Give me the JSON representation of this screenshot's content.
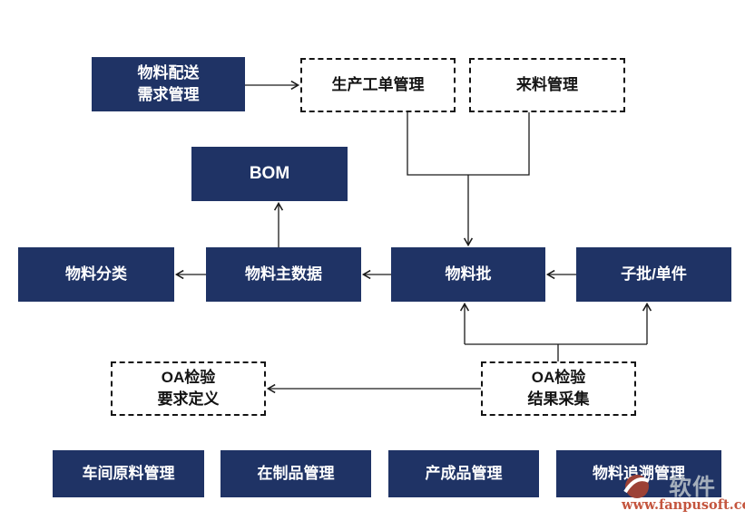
{
  "nodes": {
    "delivery": {
      "label": "物料配送\n需求管理",
      "style": "solid"
    },
    "production": {
      "label": "生产工单管理",
      "style": "dashed"
    },
    "incoming": {
      "label": "来料管理",
      "style": "dashed"
    },
    "bom": {
      "label": "BOM",
      "style": "solid"
    },
    "category": {
      "label": "物料分类",
      "style": "solid"
    },
    "master_data": {
      "label": "物料主数据",
      "style": "solid"
    },
    "batch": {
      "label": "物料批",
      "style": "solid"
    },
    "sub_batch": {
      "label": "子批/单件",
      "style": "solid"
    },
    "qa_requirement": {
      "label": "OA检验\n要求定义",
      "style": "dashed"
    },
    "qa_result": {
      "label": "OA检验\n结果采集",
      "style": "dashed"
    },
    "workshop_raw": {
      "label": "车间原料管理",
      "style": "solid"
    },
    "wip": {
      "label": "在制品管理",
      "style": "solid"
    },
    "finished": {
      "label": "产成品管理",
      "style": "solid"
    },
    "traceability": {
      "label": "物料追溯管理",
      "style": "solid"
    }
  },
  "connections": [
    {
      "from": "物料配送需求管理",
      "to": "生产工单管理",
      "direction": "right"
    },
    {
      "from": "生产工单管理",
      "to": "物料批",
      "direction": "down",
      "note": "joined with 来料管理"
    },
    {
      "from": "来料管理",
      "to": "物料批",
      "direction": "down",
      "note": "joined with 生产工单管理"
    },
    {
      "from": "物料主数据",
      "to": "BOM",
      "direction": "up"
    },
    {
      "from": "物料主数据",
      "to": "物料分类",
      "direction": "left"
    },
    {
      "from": "物料批",
      "to": "物料主数据",
      "direction": "left"
    },
    {
      "from": "子批/单件",
      "to": "物料批",
      "direction": "left"
    },
    {
      "from": "OA检验结果采集",
      "to": "物料批",
      "direction": "up"
    },
    {
      "from": "OA检验结果采集",
      "to": "子批/单件",
      "direction": "up"
    },
    {
      "from": "OA检验结果采集",
      "to": "OA检验要求定义",
      "direction": "left"
    }
  ],
  "watermark": {
    "logo_text": "软件",
    "url": "www.fanpusoft.com"
  },
  "colors": {
    "node_fill": "#1f3365",
    "node_text": "#ffffff",
    "dashed_border": "#141414",
    "arrow": "#1a1a1a",
    "watermark_url": "#c4553e",
    "watermark_logo": "#b0b8c2",
    "watermark_mark": "#9c4136"
  }
}
